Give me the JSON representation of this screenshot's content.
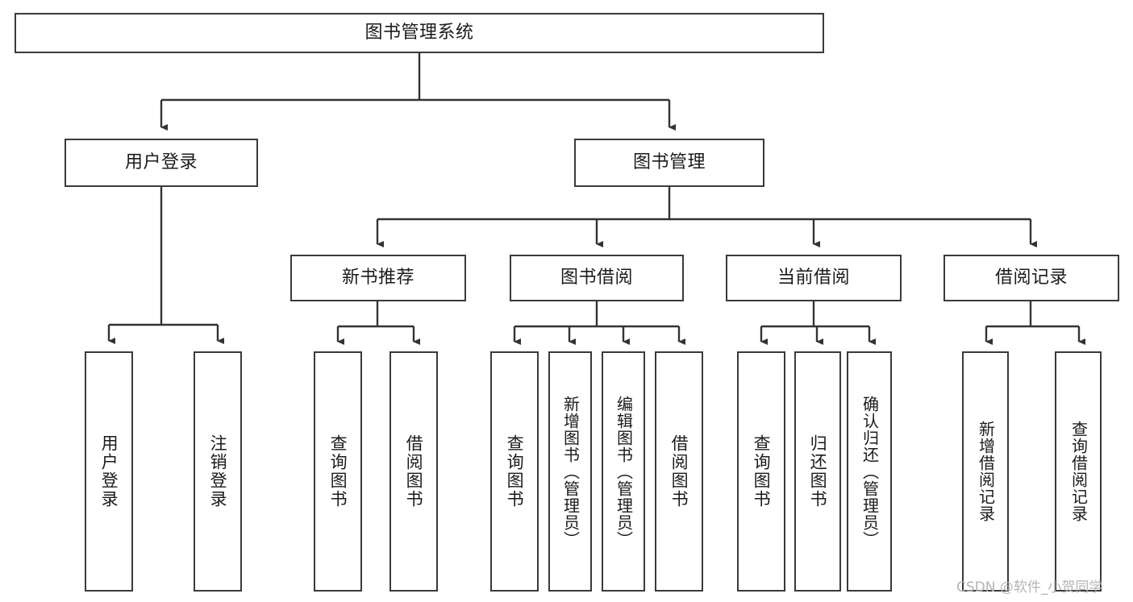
{
  "diagram": {
    "title": "图书管理系统",
    "watermark": "CSDN @软件_小贺同学",
    "colors": {
      "box_border": "#3a3a3a",
      "box_fill": "#ffffff",
      "connector": "#333333",
      "text": "#1b1b1b",
      "watermark": "#b4b4b4",
      "background": "#ffffff"
    },
    "root": {
      "label": "图书管理系统"
    },
    "level2": [
      {
        "label": "用户登录"
      },
      {
        "label": "图书管理"
      }
    ],
    "level3": [
      {
        "label": "新书推荐"
      },
      {
        "label": "图书借阅"
      },
      {
        "label": "当前借阅"
      },
      {
        "label": "借阅记录"
      }
    ],
    "leaves": {
      "user_login": [
        {
          "label": "用户登录"
        },
        {
          "label": "注销登录"
        }
      ],
      "new_book_recommend": [
        {
          "label": "查询图书"
        },
        {
          "label": "借阅图书"
        }
      ],
      "book_borrow": [
        {
          "label": "查询图书"
        },
        {
          "label": "新增图书（管理员）"
        },
        {
          "label": "编辑图书（管理员）"
        },
        {
          "label": "借阅图书"
        }
      ],
      "current_borrow": [
        {
          "label": "查询图书"
        },
        {
          "label": "归还图书"
        },
        {
          "label": "确认归还（管理员）"
        }
      ],
      "borrow_records": [
        {
          "label": "新增借阅记录"
        },
        {
          "label": "查询借阅记录"
        }
      ]
    }
  }
}
